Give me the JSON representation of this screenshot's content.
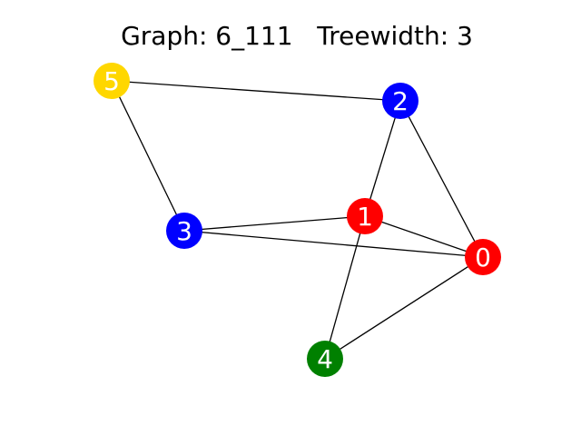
{
  "title": "Graph: 6_111   Treewidth: 3",
  "graph": {
    "nodes": [
      {
        "id": "0",
        "label": "0",
        "color": "#ff0000"
      },
      {
        "id": "1",
        "label": "1",
        "color": "#ff0000"
      },
      {
        "id": "2",
        "label": "2",
        "color": "#0000ff"
      },
      {
        "id": "3",
        "label": "3",
        "color": "#0000ff"
      },
      {
        "id": "4",
        "label": "4",
        "color": "#008000"
      },
      {
        "id": "5",
        "label": "5",
        "color": "#ffd700"
      }
    ],
    "edges": [
      [
        "5",
        "2"
      ],
      [
        "5",
        "3"
      ],
      [
        "2",
        "1"
      ],
      [
        "2",
        "0"
      ],
      [
        "3",
        "1"
      ],
      [
        "3",
        "0"
      ],
      [
        "1",
        "0"
      ],
      [
        "1",
        "4"
      ],
      [
        "4",
        "0"
      ]
    ]
  }
}
